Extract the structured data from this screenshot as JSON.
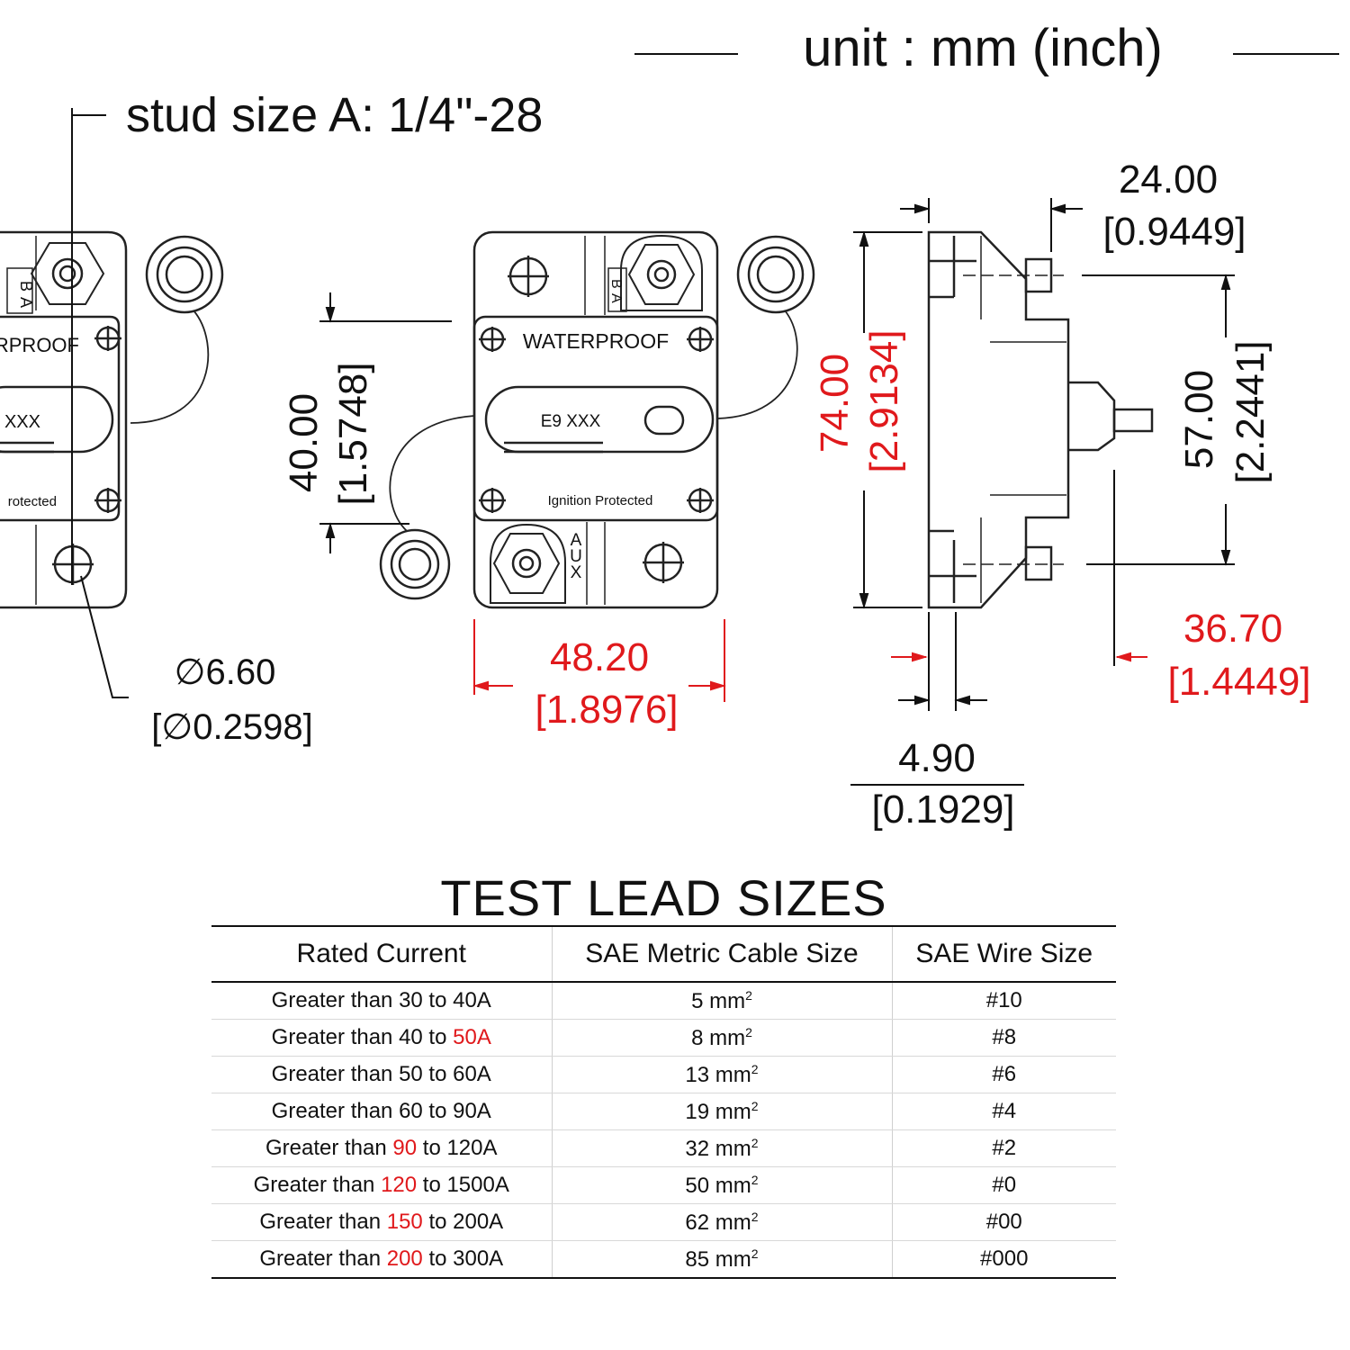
{
  "header": {
    "unit_label": "unit : mm (inch)",
    "stud_label": "stud size A: 1/4\"-28"
  },
  "colors": {
    "dimension_red": "#e0191c",
    "line_black": "#111111"
  },
  "front_view": {
    "waterproof_label": "WATERPROOF",
    "ignition_label": "Ignition Protected",
    "model_label": "E9  XXX",
    "left_partial_waterproof": "RPROOF",
    "left_partial_model": "XXX",
    "left_partial_ignition": "rotected",
    "aux_letters": [
      "A",
      "U",
      "X"
    ],
    "bat_letters": [
      "B",
      "A"
    ]
  },
  "dimensions": {
    "height_40": {
      "mm": "40.00",
      "inch": "[1.5748]"
    },
    "width_48": {
      "mm": "48.20",
      "inch": "[1.8976]"
    },
    "hole_dia": {
      "mm": "∅6.60",
      "inch": "[∅0.2598]"
    },
    "height_74": {
      "mm": "74.00",
      "inch": "[2.9134]"
    },
    "depth_24": {
      "mm": "24.00",
      "inch": "[0.9449]"
    },
    "spacing_57": {
      "mm": "57.00",
      "inch": "[2.2441]"
    },
    "depth_36": {
      "mm": "36.70",
      "inch": "[1.4449]"
    },
    "flange_4": {
      "mm": "4.90",
      "inch": "[0.1929]"
    }
  },
  "table": {
    "title": "TEST LEAD SIZES",
    "headers": [
      "Rated Current",
      "SAE Metric Cable Size",
      "SAE Wire Size"
    ],
    "rows": [
      {
        "pre": "Greater than 30 to 40A",
        "hl": "",
        "post": "",
        "metric": "5 mm",
        "sup": "2",
        "wire": "#10"
      },
      {
        "pre": "Greater than 40 to ",
        "hl": "50A",
        "post": "",
        "metric": "8 mm",
        "sup": "2",
        "wire": "#8"
      },
      {
        "pre": "Greater than 50 to 60A",
        "hl": "",
        "post": "",
        "metric": "13 mm",
        "sup": "2",
        "wire": "#6"
      },
      {
        "pre": "Greater than 60 to 90A",
        "hl": "",
        "post": "",
        "metric": "19 mm",
        "sup": "2",
        "wire": "#4"
      },
      {
        "pre": "Greater than ",
        "hl": "90",
        "post": " to 120A",
        "metric": "32 mm",
        "sup": "2",
        "wire": "#2"
      },
      {
        "pre": "Greater than ",
        "hl": "120",
        "post": " to 1500A",
        "metric": "50 mm",
        "sup": "2",
        "wire": "#0"
      },
      {
        "pre": "Greater than ",
        "hl": "150",
        "post": " to 200A",
        "metric": "62 mm",
        "sup": "2",
        "wire": "#00"
      },
      {
        "pre": "Greater than ",
        "hl": "200",
        "post": " to 300A",
        "metric": "85 mm",
        "sup": "2",
        "wire": "#000"
      }
    ]
  }
}
